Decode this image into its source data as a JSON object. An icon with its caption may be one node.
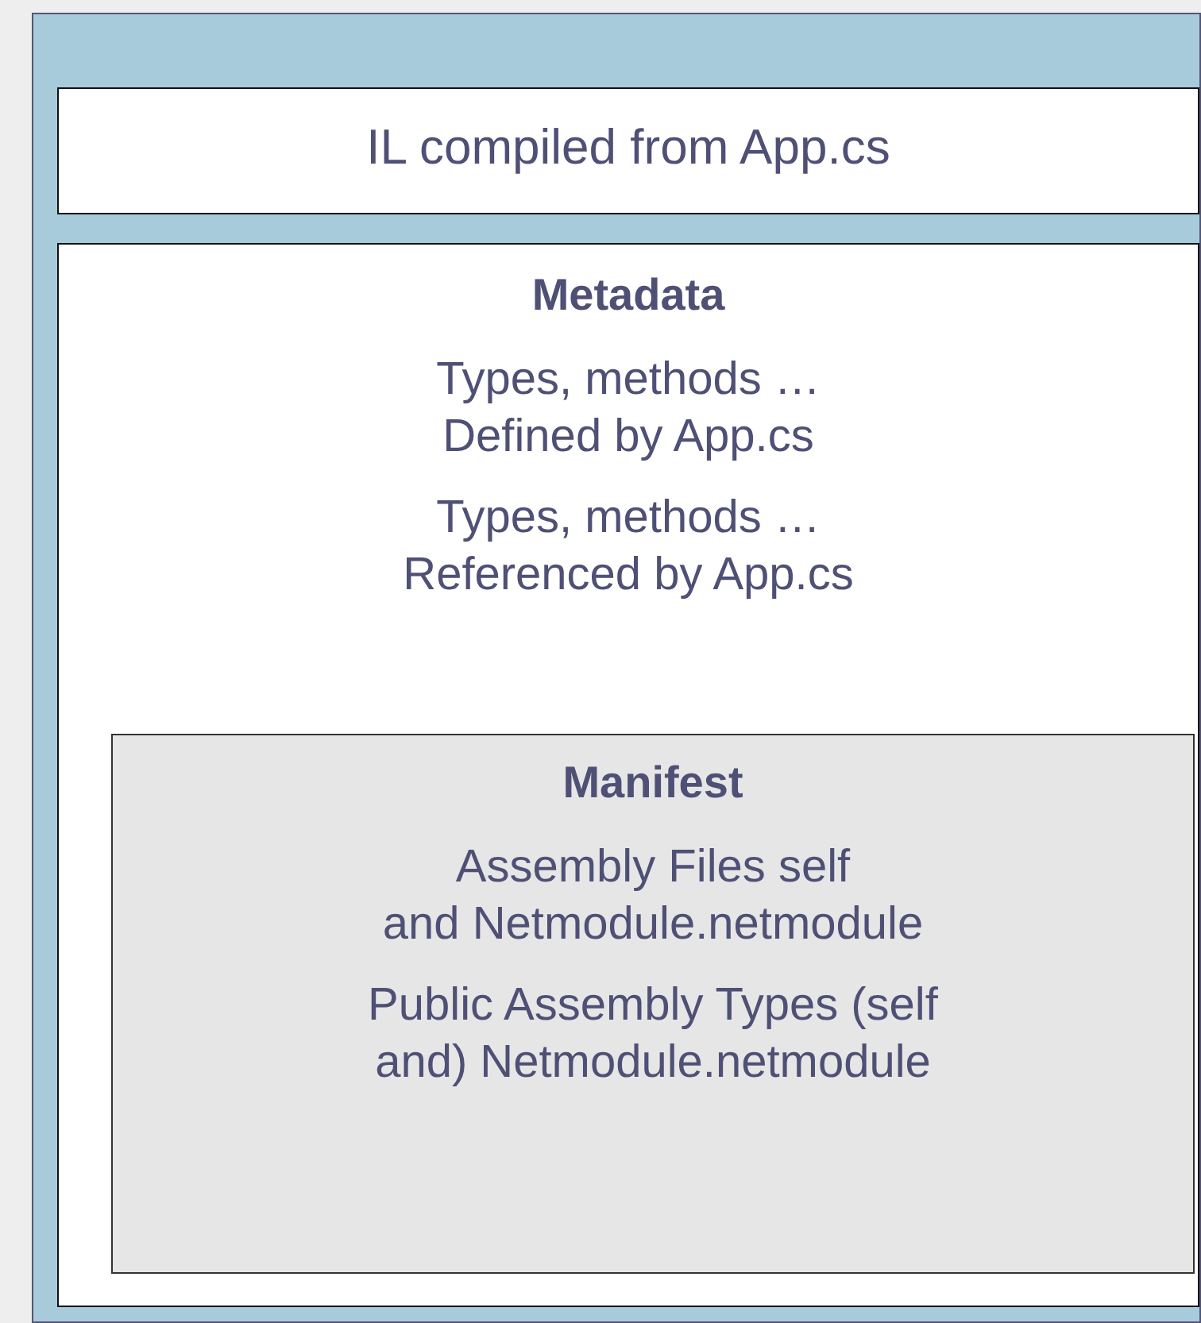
{
  "diagram": {
    "nodes": [
      {
        "text": [],
        "shape": "box"
      },
      {
        "text": [
          "IL compiled from App.cs"
        ],
        "in": 0
      },
      {
        "text": [
          "Metadata",
          "Types, methods … Defined by App.cs",
          "Types, methods … Referenced by App.cs"
        ],
        "in": 0
      },
      {
        "text": [
          "Manifest",
          "Assembly Files self and Netmodule.netmodule",
          "Public Assembly Types (self and) Netmodule.netmodule"
        ],
        "in": 2
      }
    ]
  }
}
